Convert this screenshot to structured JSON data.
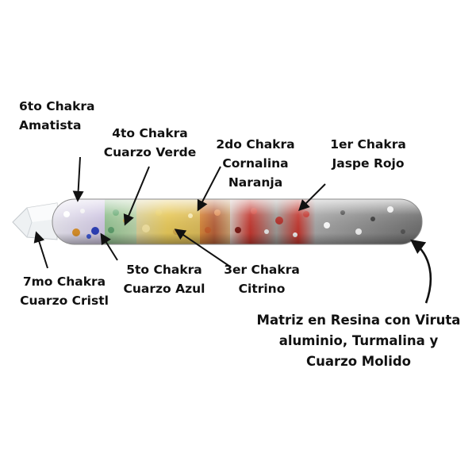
{
  "colors": {
    "text": "#111111",
    "arrow": "#111111",
    "background": "#ffffff",
    "resin_silver": "#b9b9b9",
    "carnelian_red": "#c2372f",
    "citrine_yellow": "#e6c85a",
    "aventurine_green": "#7fb08a",
    "sodalite_blue": "#2c3fb8",
    "amethyst": "#b9a8d6",
    "clear_quartz": "#e9edf0"
  },
  "labels": {
    "chakra6": {
      "line1": "6to Chakra",
      "line2": "Amatista"
    },
    "chakra4": {
      "line1": "4to Chakra",
      "line2": "Cuarzo Verde"
    },
    "chakra2": {
      "line1": "2do Chakra",
      "line2": "Cornalina",
      "line3": "Naranja"
    },
    "chakra1": {
      "line1": "1er Chakra",
      "line2": "Jaspe Rojo"
    },
    "chakra7": {
      "line1": "7mo Chakra",
      "line2": "Cuarzo Cristl"
    },
    "chakra5": {
      "line1": "5to Chakra",
      "line2": "Cuarzo Azul"
    },
    "chakra3": {
      "line1": "3er Chakra",
      "line2": "Citrino"
    },
    "matrix": {
      "line1": "Matriz en Resina con Viruta",
      "line2": "aluminio, Turmalina y",
      "line3": "Cuarzo Molido"
    }
  },
  "wand": {
    "segments": [
      "clear-quartz-tip",
      "amethyst",
      "sodalite",
      "green-quartz",
      "citrine",
      "carnelian",
      "red-jasper",
      "resin-matrix"
    ]
  }
}
